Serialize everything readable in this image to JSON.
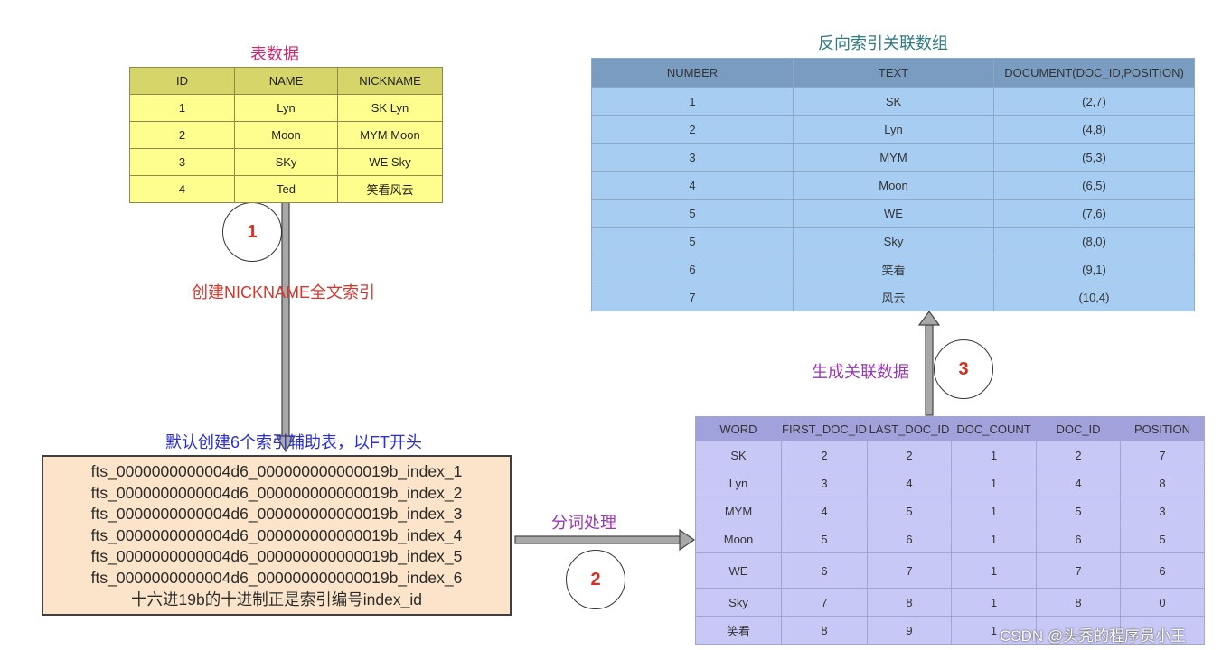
{
  "labels": {
    "table_data": "表数据",
    "inverted_index": "反向索引关联数组",
    "create_index": "创建NICKNAME全文索引",
    "default_create": "默认创建6个索引辅助表，以FT开头",
    "tokenize": "分词处理",
    "generate_assoc": "生成关联数据",
    "watermark": "CSDN @头秃的程序员小王"
  },
  "steps": [
    "1",
    "2",
    "3"
  ],
  "table1": {
    "headers": [
      "ID",
      "NAME",
      "NICKNAME"
    ],
    "rows": [
      [
        "1",
        "Lyn",
        "SK Lyn"
      ],
      [
        "2",
        "Moon",
        "MYM Moon"
      ],
      [
        "3",
        "SKy",
        "WE Sky"
      ],
      [
        "4",
        "Ted",
        "笑看风云"
      ]
    ]
  },
  "table2": {
    "headers": [
      "NUMBER",
      "TEXT",
      "DOCUMENT(DOC_ID,POSITION)"
    ],
    "rows": [
      [
        "1",
        "SK",
        "(2,7)"
      ],
      [
        "2",
        "Lyn",
        "(4,8)"
      ],
      [
        "3",
        "MYM",
        "(5,3)"
      ],
      [
        "4",
        "Moon",
        "(6,5)"
      ],
      [
        "5",
        "WE",
        "(7,6)"
      ],
      [
        "5",
        "Sky",
        "(8,0)"
      ],
      [
        "6",
        "笑看",
        "(9,1)"
      ],
      [
        "7",
        "风云",
        "(10,4)"
      ]
    ]
  },
  "table3": {
    "headers": [
      "WORD",
      "FIRST_DOC_ID",
      "LAST_DOC_ID",
      "DOC_COUNT",
      "DOC_ID",
      "POSITION"
    ],
    "rows": [
      [
        "SK",
        "2",
        "2",
        "1",
        "2",
        "7"
      ],
      [
        "Lyn",
        "3",
        "4",
        "1",
        "4",
        "8"
      ],
      [
        "MYM",
        "4",
        "5",
        "1",
        "5",
        "3"
      ],
      [
        "Moon",
        "5",
        "6",
        "1",
        "6",
        "5"
      ],
      [
        "WE",
        "6",
        "7",
        "1",
        "7",
        "6"
      ],
      [
        "Sky",
        "7",
        "8",
        "1",
        "8",
        "0"
      ],
      [
        "笑看",
        "8",
        "9",
        "1",
        "",
        ""
      ]
    ]
  },
  "fts_box": {
    "lines": [
      "fts_0000000000004d6_000000000000019b_index_1",
      "fts_0000000000004d6_000000000000019b_index_2",
      "fts_0000000000004d6_000000000000019b_index_3",
      "fts_0000000000004d6_000000000000019b_index_4",
      "fts_0000000000004d6_000000000000019b_index_5",
      "fts_0000000000004d6_000000000000019b_index_6",
      "十六进19b的十进制正是索引编号index_id"
    ]
  },
  "colors": {
    "label_pink": "#d1286f",
    "label_red": "#d6362c",
    "label_blue": "#2a2fd6",
    "label_purple": "#9a35b8",
    "label_teal": "#2f7b84",
    "step_number": "#d42e23"
  }
}
